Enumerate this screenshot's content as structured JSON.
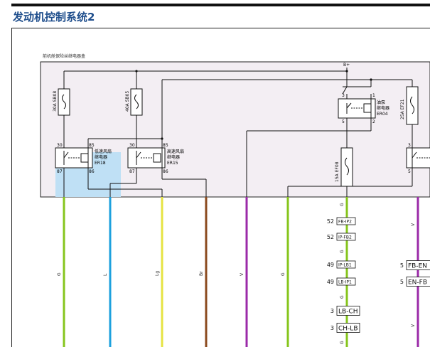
{
  "page": {
    "title": "发动机控制系统2"
  },
  "fuse_box": {
    "label": "前机舱保险丝继电器盒"
  },
  "supply": {
    "label": "B+"
  },
  "fuses": [
    {
      "id": "sb08",
      "label": "30A SB08"
    },
    {
      "id": "sb05",
      "label": "40A SB05"
    },
    {
      "id": "ef08",
      "label": "15A EF08"
    },
    {
      "id": "ef21",
      "label": "25A EF21"
    }
  ],
  "relays": [
    {
      "id": "er18",
      "name": [
        "低速风扇",
        "继电器",
        "ER18"
      ],
      "pins": [
        "30",
        "85",
        "87",
        "86"
      ]
    },
    {
      "id": "er15",
      "name": [
        "高速风扇",
        "继电器",
        "ER15"
      ],
      "pins": [
        "30",
        "85",
        "87",
        "86"
      ]
    },
    {
      "id": "er04",
      "name": [
        "油泵",
        "继电器",
        "ER04"
      ],
      "pins": [
        "3",
        "1",
        "5",
        "2"
      ]
    },
    {
      "id": "ef21r",
      "name": [],
      "pins": [
        "3",
        "5"
      ]
    }
  ],
  "wires": [
    {
      "id": "w1",
      "color_code": "G",
      "color": "#86c51c"
    },
    {
      "id": "w2",
      "color_code": "L",
      "color": "#1da1de"
    },
    {
      "id": "w3",
      "color_code": "Lg",
      "color": "#e6e342"
    },
    {
      "id": "w4",
      "color_code": "Br",
      "color": "#8b4a1e"
    },
    {
      "id": "w5",
      "color_code": "V",
      "color": "#9b2aa8"
    },
    {
      "id": "w6",
      "color_code": "G",
      "color": "#86c51c"
    },
    {
      "id": "w7",
      "color_code": "G",
      "color": "#86c51c"
    },
    {
      "id": "w8",
      "color_code": "V",
      "color": "#9b2aa8"
    }
  ],
  "connectors_g": [
    {
      "pin": "52",
      "name": "FB-IP2"
    },
    {
      "pin": "52",
      "name": "IP-FB2"
    },
    {
      "pin": "49",
      "name": "IP-LB1"
    },
    {
      "pin": "49",
      "name": "LB-IP1"
    },
    {
      "pin": "3",
      "name": "LB-CH"
    },
    {
      "pin": "3",
      "name": "CH-LB"
    }
  ],
  "connectors_v": [
    {
      "pin": "5",
      "name": "FB-EN"
    },
    {
      "pin": "5",
      "name": "EN-FB"
    }
  ],
  "colors": {
    "title": "#1f4e8c",
    "box_fill": "#f3eef3",
    "highlight": "#bfe0f5"
  }
}
